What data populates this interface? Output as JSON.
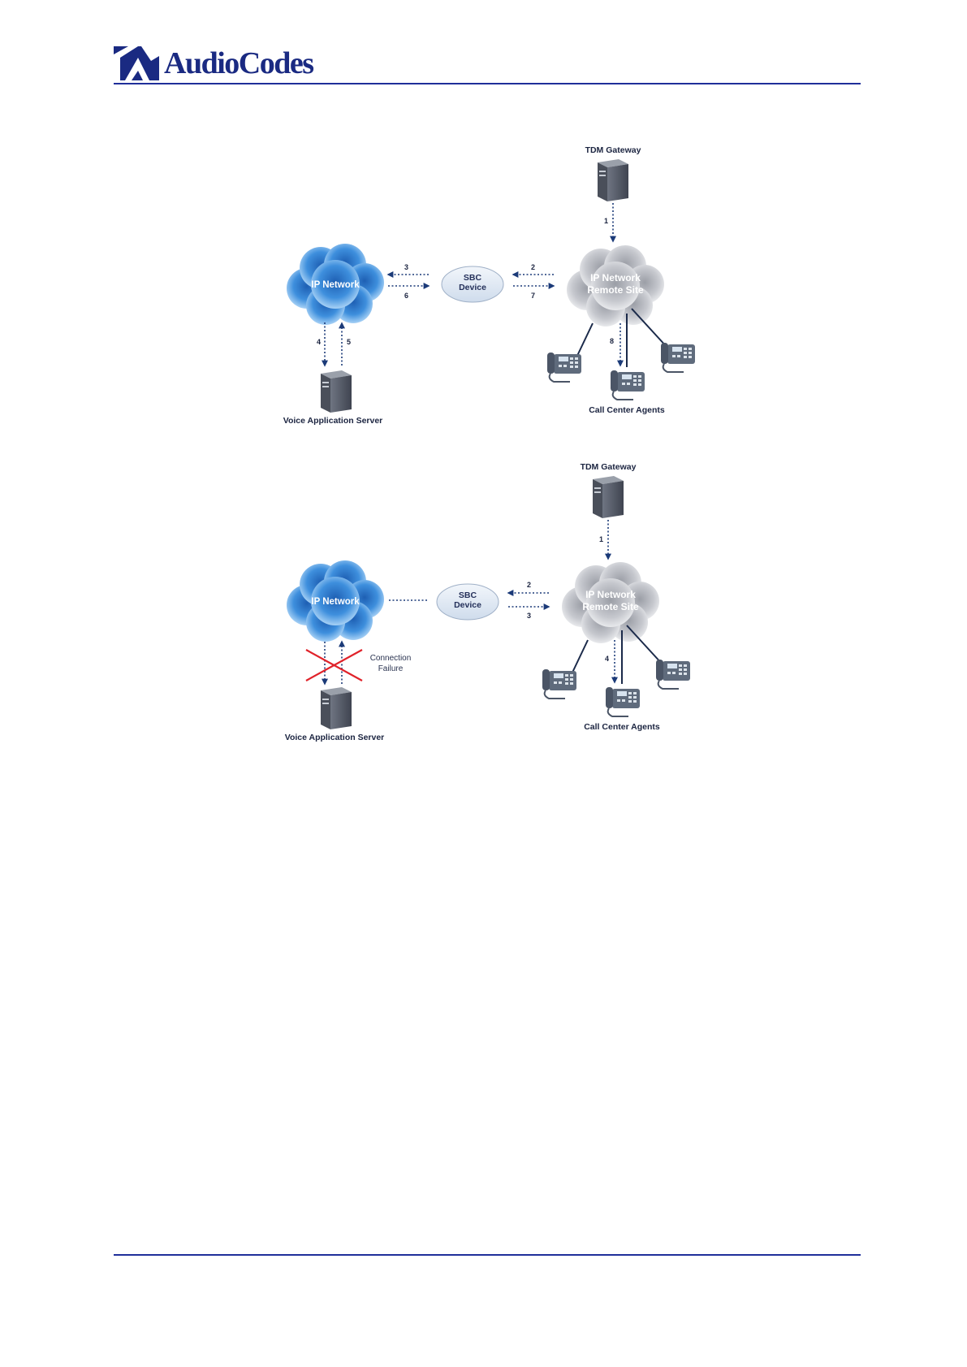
{
  "header": {
    "brand": "AudioCodes"
  },
  "colors": {
    "brand": "#1a2a82",
    "rule": "#1f2f9a",
    "ip_cloud": "#2f7fd3",
    "remote_cloud": "#b9bcc4",
    "failure": "#e0222a"
  },
  "diagram_top": {
    "tdm_gateway": "TDM Gateway",
    "ip_network": "IP Network",
    "sbc": {
      "line1": "SBC",
      "line2": "Device"
    },
    "remote": {
      "line1": "IP Network",
      "line2": "Remote Site"
    },
    "voice_server": "Voice Application Server",
    "agents": "Call Center Agents",
    "steps": {
      "s1": "1",
      "s2": "2",
      "s3": "3",
      "s4": "4",
      "s5": "5",
      "s6": "6",
      "s7": "7",
      "s8": "8"
    }
  },
  "diagram_bottom": {
    "tdm_gateway": "TDM Gateway",
    "ip_network": "IP Network",
    "sbc": {
      "line1": "SBC",
      "line2": "Device"
    },
    "remote": {
      "line1": "IP Network",
      "line2": "Remote Site"
    },
    "voice_server": "Voice Application Server",
    "agents": "Call Center Agents",
    "failure": {
      "line1": "Connection",
      "line2": "Failure"
    },
    "steps": {
      "s1": "1",
      "s2": "2",
      "s3": "3",
      "s4": "4"
    }
  }
}
